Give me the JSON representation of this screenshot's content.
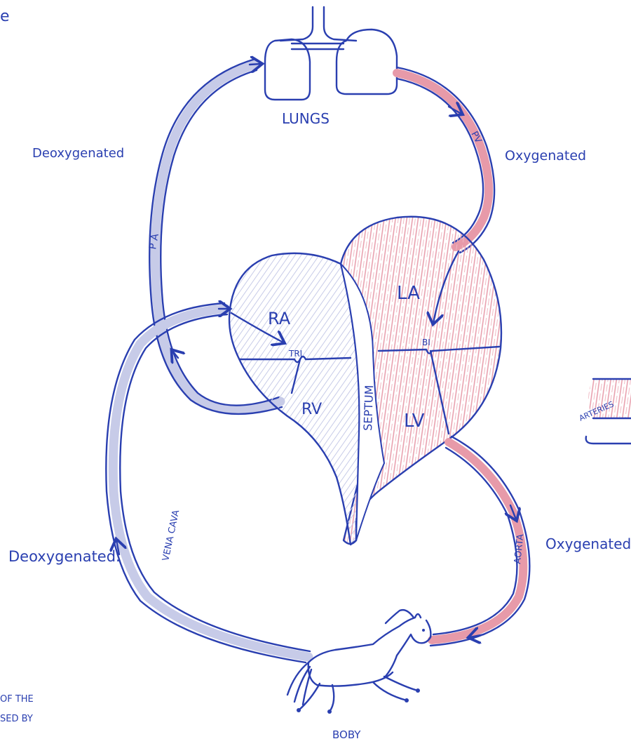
{
  "labels": {
    "top_left_fragment": "e",
    "lungs": "LUNGS",
    "pv": "PV",
    "pa": "P A",
    "oxygenated_top": "Oxygenated",
    "deoxygenated_top": "Deoxygenated",
    "ra": "RA",
    "la": "LA",
    "rv": "RV",
    "lv": "LV",
    "tri": "TRI",
    "bi": "BI",
    "septum": "SEPTUM",
    "vena_cava": "VENA CAVA",
    "aorta": "AORTA",
    "oxygenated_bottom": "Oxygenated",
    "deoxygenated_bottom": "Deoxygenated.",
    "body": "BOBY",
    "arteries": "ARTERIES",
    "bottom_left_line1": "OF THE",
    "bottom_left_line2": "SED BY"
  },
  "colors": {
    "ink": "#2a3fb0",
    "deoxygenated_shading": "#c7cbe8",
    "oxygenated_shading": "#e79aa9"
  },
  "icons": {
    "animal": "horse-icon"
  }
}
